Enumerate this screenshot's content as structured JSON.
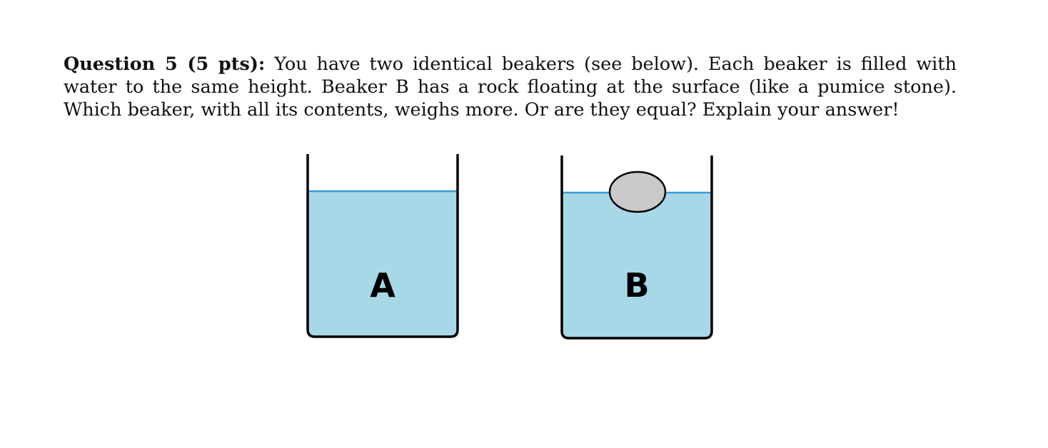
{
  "question": {
    "label": "Question 5 (5 pts):",
    "text": " You have two identical beakers (see below). Each beaker is filled with water to the same height. Beaker B has a rock floating at the surface (like a pumice stone). Which beaker, with all its contents, weighs more. Or are they equal? Explain your answer!"
  },
  "figure": {
    "beakers": [
      {
        "label": "A",
        "has_rock": false
      },
      {
        "label": "B",
        "has_rock": true
      }
    ],
    "colors": {
      "water_fill": "#a8d8e8",
      "water_surface": "#3a9ad4",
      "beaker_wall": "#000000",
      "rock_fill": "#c9c9c9"
    }
  }
}
